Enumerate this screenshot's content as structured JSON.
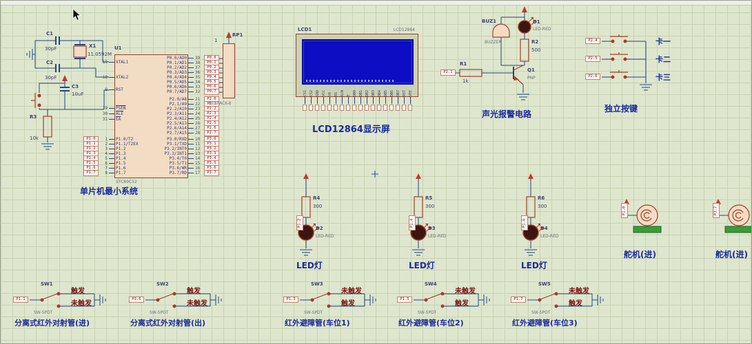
{
  "colors": {
    "bg": "#dee6cd",
    "grid": "#c8d3b3",
    "comp": "#9e402c",
    "fill": "#f2dcc3",
    "wire": "#1c4587",
    "capc": "#1a2a9c",
    "refc": "#3a4070",
    "subc": "#69707a",
    "optc": "#7a1212",
    "lcdscr": "#0d0dc4"
  },
  "osc": {
    "c1": {
      "ref": "C1",
      "val": "30pF"
    },
    "c2": {
      "ref": "C2",
      "val": "30pF"
    },
    "x1": {
      "ref": "X1",
      "val": "11.0592M"
    },
    "c3": {
      "ref": "C3",
      "val": "10uF"
    },
    "r3": {
      "ref": "R3",
      "val": "10k"
    }
  },
  "mcu": {
    "ref": "U1",
    "part": "STC89C52",
    "caption": "单片机最小系统",
    "g_xtal": [
      {
        "num": "19",
        "name": "XTAL1"
      },
      {
        "num": "18",
        "name": "XTAL2"
      }
    ],
    "g_rst": [
      {
        "num": "9",
        "name": "RST"
      }
    ],
    "g_ctrl": [
      {
        "num": "29",
        "name": "PSEN"
      },
      {
        "num": "30",
        "name": "ALE"
      },
      {
        "num": "31",
        "name": "EA"
      }
    ],
    "g_p1": [
      {
        "num": "1",
        "name": "P1.0/T2",
        "net": "P1.0"
      },
      {
        "num": "2",
        "name": "P1.1/T2EX",
        "net": "P1.1"
      },
      {
        "num": "3",
        "name": "P1.2",
        "net": "P1.2"
      },
      {
        "num": "4",
        "name": "P1.3",
        "net": "P1.3"
      },
      {
        "num": "5",
        "name": "P1.4",
        "net": "P1.4"
      },
      {
        "num": "6",
        "name": "P1.5",
        "net": "P1.5"
      },
      {
        "num": "7",
        "name": "P1.6",
        "net": "P1.6"
      },
      {
        "num": "8",
        "name": "P1.7",
        "net": "P1.7"
      }
    ],
    "g_p0": [
      {
        "num": "39",
        "name": "P0.0/AD0",
        "net": "P0.0"
      },
      {
        "num": "38",
        "name": "P0.1/AD1",
        "net": "P0.1"
      },
      {
        "num": "37",
        "name": "P0.2/AD2",
        "net": "P0.2"
      },
      {
        "num": "36",
        "name": "P0.3/AD3",
        "net": "P0.3"
      },
      {
        "num": "35",
        "name": "P0.4/AD4",
        "net": "P0.4"
      },
      {
        "num": "34",
        "name": "P0.5/AD5",
        "net": "P0.5"
      },
      {
        "num": "33",
        "name": "P0.6/AD6",
        "net": "P0.6"
      },
      {
        "num": "32",
        "name": "P0.7/AD7",
        "net": "P0.7"
      }
    ],
    "g_p2": [
      {
        "num": "21",
        "name": "P2.0/A8",
        "net": "P2.0"
      },
      {
        "num": "22",
        "name": "P2.1/A9",
        "net": "P2.1"
      },
      {
        "num": "23",
        "name": "P2.2/A10",
        "net": "P2.2"
      },
      {
        "num": "24",
        "name": "P2.3/A11",
        "net": "P2.3"
      },
      {
        "num": "25",
        "name": "P2.4/A12",
        "net": "P2.4"
      },
      {
        "num": "26",
        "name": "P2.5/A13",
        "net": "P2.5"
      },
      {
        "num": "27",
        "name": "P2.6/A14",
        "net": "P2.6"
      },
      {
        "num": "28",
        "name": "P2.7/A15",
        "net": "P2.7"
      }
    ],
    "g_p3": [
      {
        "num": "10",
        "name": "P3.0/RXD",
        "net": "P3.0"
      },
      {
        "num": "11",
        "name": "P3.1/TXD",
        "net": "P3.1"
      },
      {
        "num": "12",
        "name": "P3.2/INT0",
        "net": "P3.2"
      },
      {
        "num": "13",
        "name": "P3.3/INT1",
        "net": "P3.3"
      },
      {
        "num": "14",
        "name": "P3.4/T0",
        "net": "P3.4"
      },
      {
        "num": "15",
        "name": "P3.5/T1",
        "net": "P3.5"
      },
      {
        "num": "16",
        "name": "P3.6/WR",
        "net": "P3.6"
      },
      {
        "num": "17",
        "name": "P3.7/RD",
        "net": "P3.7"
      }
    ]
  },
  "rp1": {
    "ref": "RP1",
    "part": "RESPACK-8",
    "pin1": "1"
  },
  "lcd": {
    "ref": "LCD1",
    "part": "LCD12864",
    "caption": "LCD12864显示屏",
    "pins": [
      "CS1",
      "CS2",
      "GND",
      "VCC",
      "V0",
      "RS",
      "R/W",
      "E",
      "DB0",
      "DB1",
      "DB2",
      "DB3",
      "DB4",
      "DB5",
      "DB6",
      "DB7",
      "RST",
      "VEE"
    ]
  },
  "alarm": {
    "caption": "声光报警电路",
    "net": "P2.1",
    "d1": {
      "ref": "D1",
      "part": "LED-RED"
    },
    "buz": {
      "ref": "BUZ1",
      "part": "BUZZER"
    },
    "r2": {
      "ref": "R2",
      "val": "500"
    },
    "r1": {
      "ref": "R1",
      "val": "1k"
    },
    "q1": {
      "ref": "Q1",
      "part": "PNP"
    }
  },
  "keys": {
    "caption": "独立按键",
    "rows": [
      {
        "net": "P2.4",
        "label": "卡一"
      },
      {
        "net": "P2.5",
        "label": "卡二"
      },
      {
        "net": "P2.6",
        "label": "卡三"
      }
    ]
  },
  "leds": [
    {
      "res": "R4",
      "val": "300",
      "led": "D2",
      "part": "LED-RED",
      "net": "P1.2",
      "caption": "LED灯"
    },
    {
      "res": "R5",
      "val": "300",
      "led": "D3",
      "part": "LED-RED",
      "net": "P1.4",
      "caption": "LED灯"
    },
    {
      "res": "R6",
      "val": "300",
      "led": "D4",
      "part": "LED-RED",
      "net": "P1.6",
      "caption": "LED灯"
    }
  ],
  "servos": [
    {
      "net": "P1.0",
      "caption": "舵机(进)"
    },
    {
      "net": "P3.7",
      "caption": "舵机(进)"
    }
  ],
  "switches": [
    {
      "ref": "SW1",
      "part": "SW-SPDT",
      "net": "P1.1",
      "opt_top": "触发",
      "opt_bottom": "未触发",
      "caption": "分离式红外对射管(进)"
    },
    {
      "ref": "SW2",
      "part": "SW-SPDT",
      "net": "P3.6",
      "opt_top": "触发",
      "opt_bottom": "未触发",
      "caption": "分离式红外对射管(出)"
    },
    {
      "ref": "SW3",
      "part": "SW-SPDT",
      "net": "P1.3",
      "opt_top": "未触发",
      "opt_bottom": "触发",
      "caption": "红外避障管(车位1)"
    },
    {
      "ref": "SW4",
      "part": "SW-SPDT",
      "net": "P1.5",
      "opt_top": "未触发",
      "opt_bottom": "触发",
      "caption": "红外避障管(车位2)"
    },
    {
      "ref": "SW5",
      "part": "SW-SPDT",
      "net": "P1.7",
      "opt_top": "未触发",
      "opt_bottom": "触发",
      "caption": "红外避障管(车位3)"
    }
  ]
}
